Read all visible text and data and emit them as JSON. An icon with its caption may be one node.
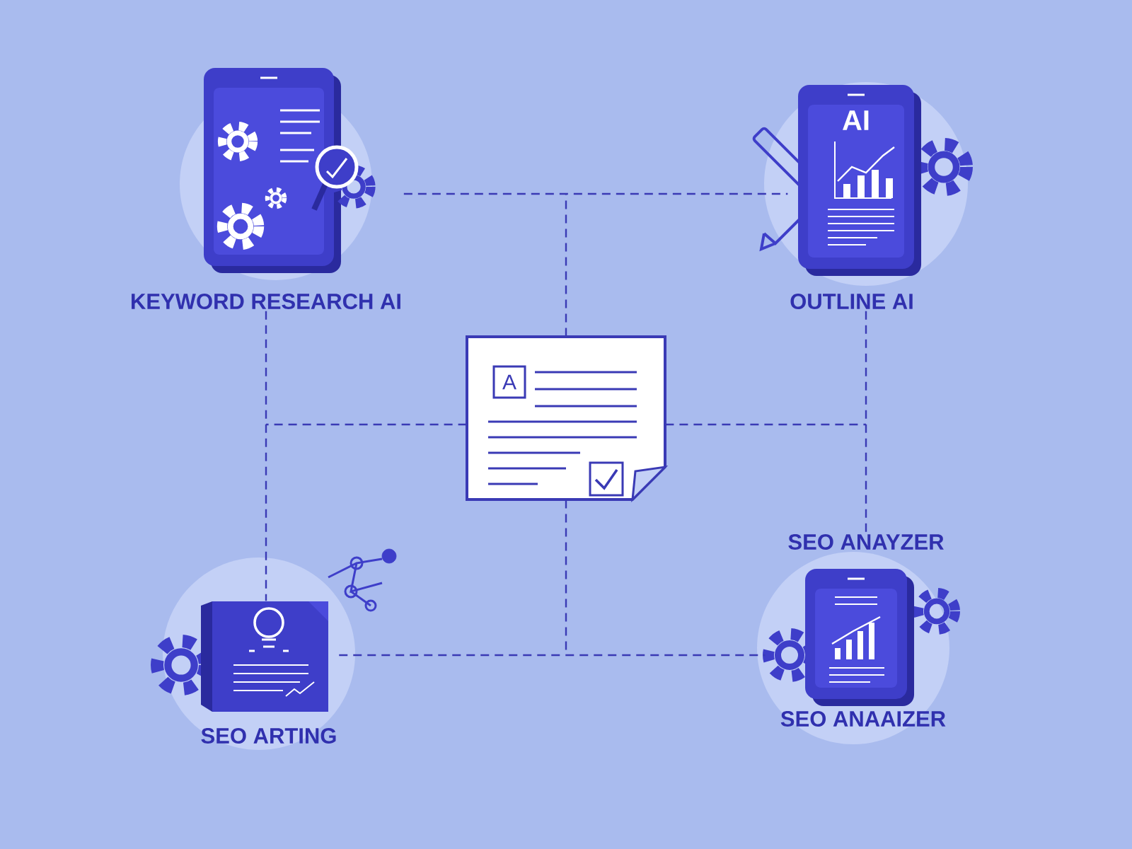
{
  "diagram": {
    "nodes": [
      {
        "text": [
          "A"
        ]
      },
      {
        "text": [
          "KEYWORD RESEARCH AI"
        ]
      },
      {
        "text": [
          "AI",
          "OUTLINE AI"
        ]
      },
      {
        "text": [
          "SEO ARTING"
        ]
      },
      {
        "text": [
          "SEO ANAYZER",
          "SEO ANAAIZER"
        ]
      }
    ],
    "edges": [
      {
        "from": 1,
        "to": 2,
        "arrow": "none",
        "style": "dashed"
      },
      {
        "from": 1,
        "to": 3,
        "arrow": "none",
        "style": "dashed"
      },
      {
        "from": 2,
        "to": 4,
        "arrow": "none",
        "style": "dashed"
      },
      {
        "from": 3,
        "to": 4,
        "arrow": "none",
        "style": "dashed"
      },
      {
        "from": 0,
        "to": null,
        "arrow": "none",
        "style": "dashed"
      },
      {
        "from": 0,
        "to": null,
        "arrow": "none",
        "style": "dashed"
      },
      {
        "from": 0,
        "to": null,
        "arrow": "none",
        "style": "dashed"
      },
      {
        "from": 0,
        "to": null,
        "arrow": "none",
        "style": "dashed"
      }
    ]
  }
}
